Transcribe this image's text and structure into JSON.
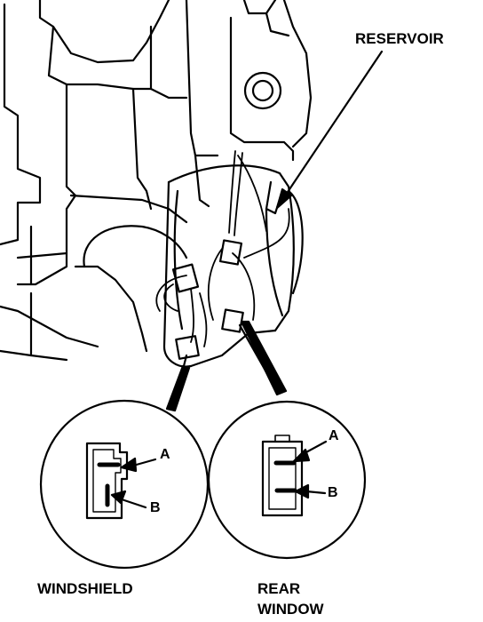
{
  "labels": {
    "reservoir": "RESERVOIR",
    "windshield": "WINDSHIELD",
    "rear_window_line1": "REAR",
    "rear_window_line2": "WINDOW"
  },
  "connectors": {
    "windshield": {
      "pin_a": "A",
      "pin_b": "B"
    },
    "rear_window": {
      "pin_a": "A",
      "pin_b": "B"
    }
  },
  "colors": {
    "ink": "#000000",
    "paper": "#ffffff"
  }
}
